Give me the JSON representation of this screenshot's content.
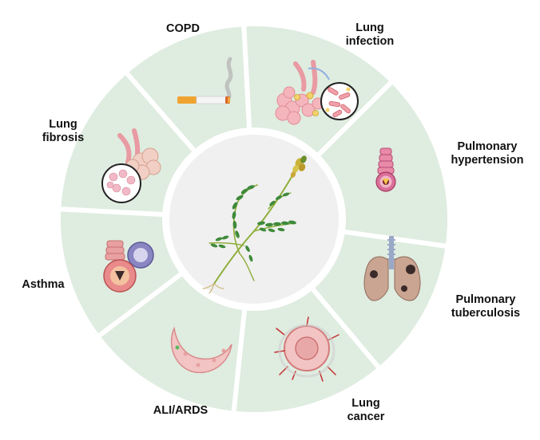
{
  "colors": {
    "sector_fill": "#dfece0",
    "center_fill": "#f0f0f0",
    "gap": "#ffffff",
    "label_text": "#111111"
  },
  "sectors": [
    {
      "id": "copd",
      "label_lines": [
        "COPD"
      ],
      "icon": "cigarette-icon"
    },
    {
      "id": "lung-infection",
      "label_lines": [
        "Lung",
        "infection"
      ],
      "icon": "alveoli-bacteria-icon"
    },
    {
      "id": "pulmonary-hypertension",
      "label_lines": [
        "Pulmonary",
        "hypertension"
      ],
      "icon": "pulmonary-artery-icon"
    },
    {
      "id": "pulmonary-tuberculosis",
      "label_lines": [
        "Pulmonary",
        "tuberculosis"
      ],
      "icon": "tb-lungs-icon"
    },
    {
      "id": "lung-cancer",
      "label_lines": [
        "Lung",
        "cancer"
      ],
      "icon": "tumor-cell-icon"
    },
    {
      "id": "ali-ards",
      "label_lines": [
        "ALI/ARDS"
      ],
      "icon": "injured-alveolus-icon"
    },
    {
      "id": "asthma",
      "label_lines": [
        "Asthma"
      ],
      "icon": "inflamed-airway-icon"
    },
    {
      "id": "lung-fibrosis",
      "label_lines": [
        "Lung",
        "fibrosis"
      ],
      "icon": "fibrotic-alveoli-icon"
    }
  ],
  "center": {
    "icon": "medicinal-herb-icon"
  }
}
